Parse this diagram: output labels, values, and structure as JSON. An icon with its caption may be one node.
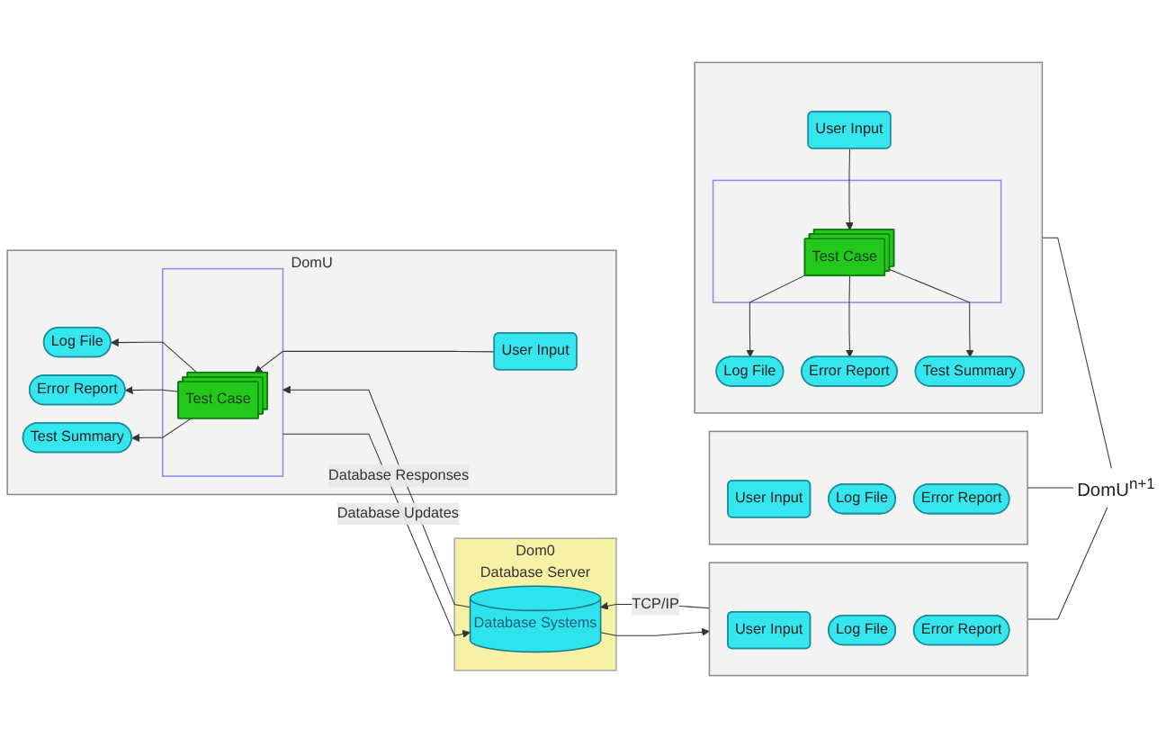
{
  "diagram": {
    "nodes": [
      {
        "text": [
          "DomU"
        ]
      },
      {
        "text": [
          "User Input"
        ],
        "in": 0
      },
      {
        "text": [],
        "shape": "box",
        "in": 0
      },
      {
        "text": [
          "Test Case"
        ],
        "in": 2
      },
      {
        "text": [
          "Log File"
        ],
        "in": 0
      },
      {
        "text": [
          "Error Report"
        ],
        "in": 0
      },
      {
        "text": [
          "Test Summary"
        ],
        "in": 0
      },
      {
        "text": [
          "Dom0",
          "Database Server"
        ]
      },
      {
        "text": [
          "Database Systems"
        ],
        "in": 7
      },
      {
        "text": [],
        "shape": "box"
      },
      {
        "text": [
          "User Input"
        ],
        "in": 9
      },
      {
        "text": [
          "Log File"
        ],
        "in": 9
      },
      {
        "text": [
          "Error Report"
        ],
        "in": 9
      },
      {
        "text": [],
        "shape": "box"
      },
      {
        "text": [
          "User Input"
        ],
        "in": 13
      },
      {
        "text": [
          "Log File"
        ],
        "in": 13
      },
      {
        "text": [
          "Error Report"
        ],
        "in": 13
      },
      {
        "text": [],
        "shape": "box"
      },
      {
        "text": [
          "User Input"
        ],
        "in": 17
      },
      {
        "text": [],
        "shape": "box",
        "in": 17
      },
      {
        "text": [
          "Test Case"
        ],
        "in": 19
      },
      {
        "text": [
          "Log File"
        ],
        "in": 17
      },
      {
        "text": [
          "Error Report"
        ],
        "in": 17
      },
      {
        "text": [
          "Test Summary"
        ],
        "in": 17
      },
      {
        "text": [
          "DomU$^{n+1}$"
        ]
      }
    ],
    "edges": [
      {
        "from": 1,
        "to": 3,
        "arrow": "to"
      },
      {
        "from": 3,
        "to": 4,
        "arrow": "to"
      },
      {
        "from": 3,
        "to": 5,
        "arrow": "to"
      },
      {
        "from": 3,
        "to": 6,
        "arrow": "to"
      },
      {
        "from": 2,
        "to": 8,
        "arrow": "to",
        "label": "Database Updates"
      },
      {
        "from": 8,
        "to": 2,
        "arrow": "to",
        "label": "Database Responses"
      },
      {
        "from": 9,
        "to": 8,
        "arrow": "to",
        "label": "TCP/IP"
      },
      {
        "from": 8,
        "to": 9,
        "arrow": "to"
      },
      {
        "from": 18,
        "to": 20,
        "arrow": "to"
      },
      {
        "from": 20,
        "to": 21,
        "arrow": "to"
      },
      {
        "from": 20,
        "to": 22,
        "arrow": "to"
      },
      {
        "from": 20,
        "to": 23,
        "arrow": "to"
      },
      {
        "from": 24,
        "to": 9,
        "arrow": "none"
      },
      {
        "from": 24,
        "to": 13,
        "arrow": "none"
      },
      {
        "from": 24,
        "to": 17,
        "arrow": "none"
      }
    ]
  }
}
